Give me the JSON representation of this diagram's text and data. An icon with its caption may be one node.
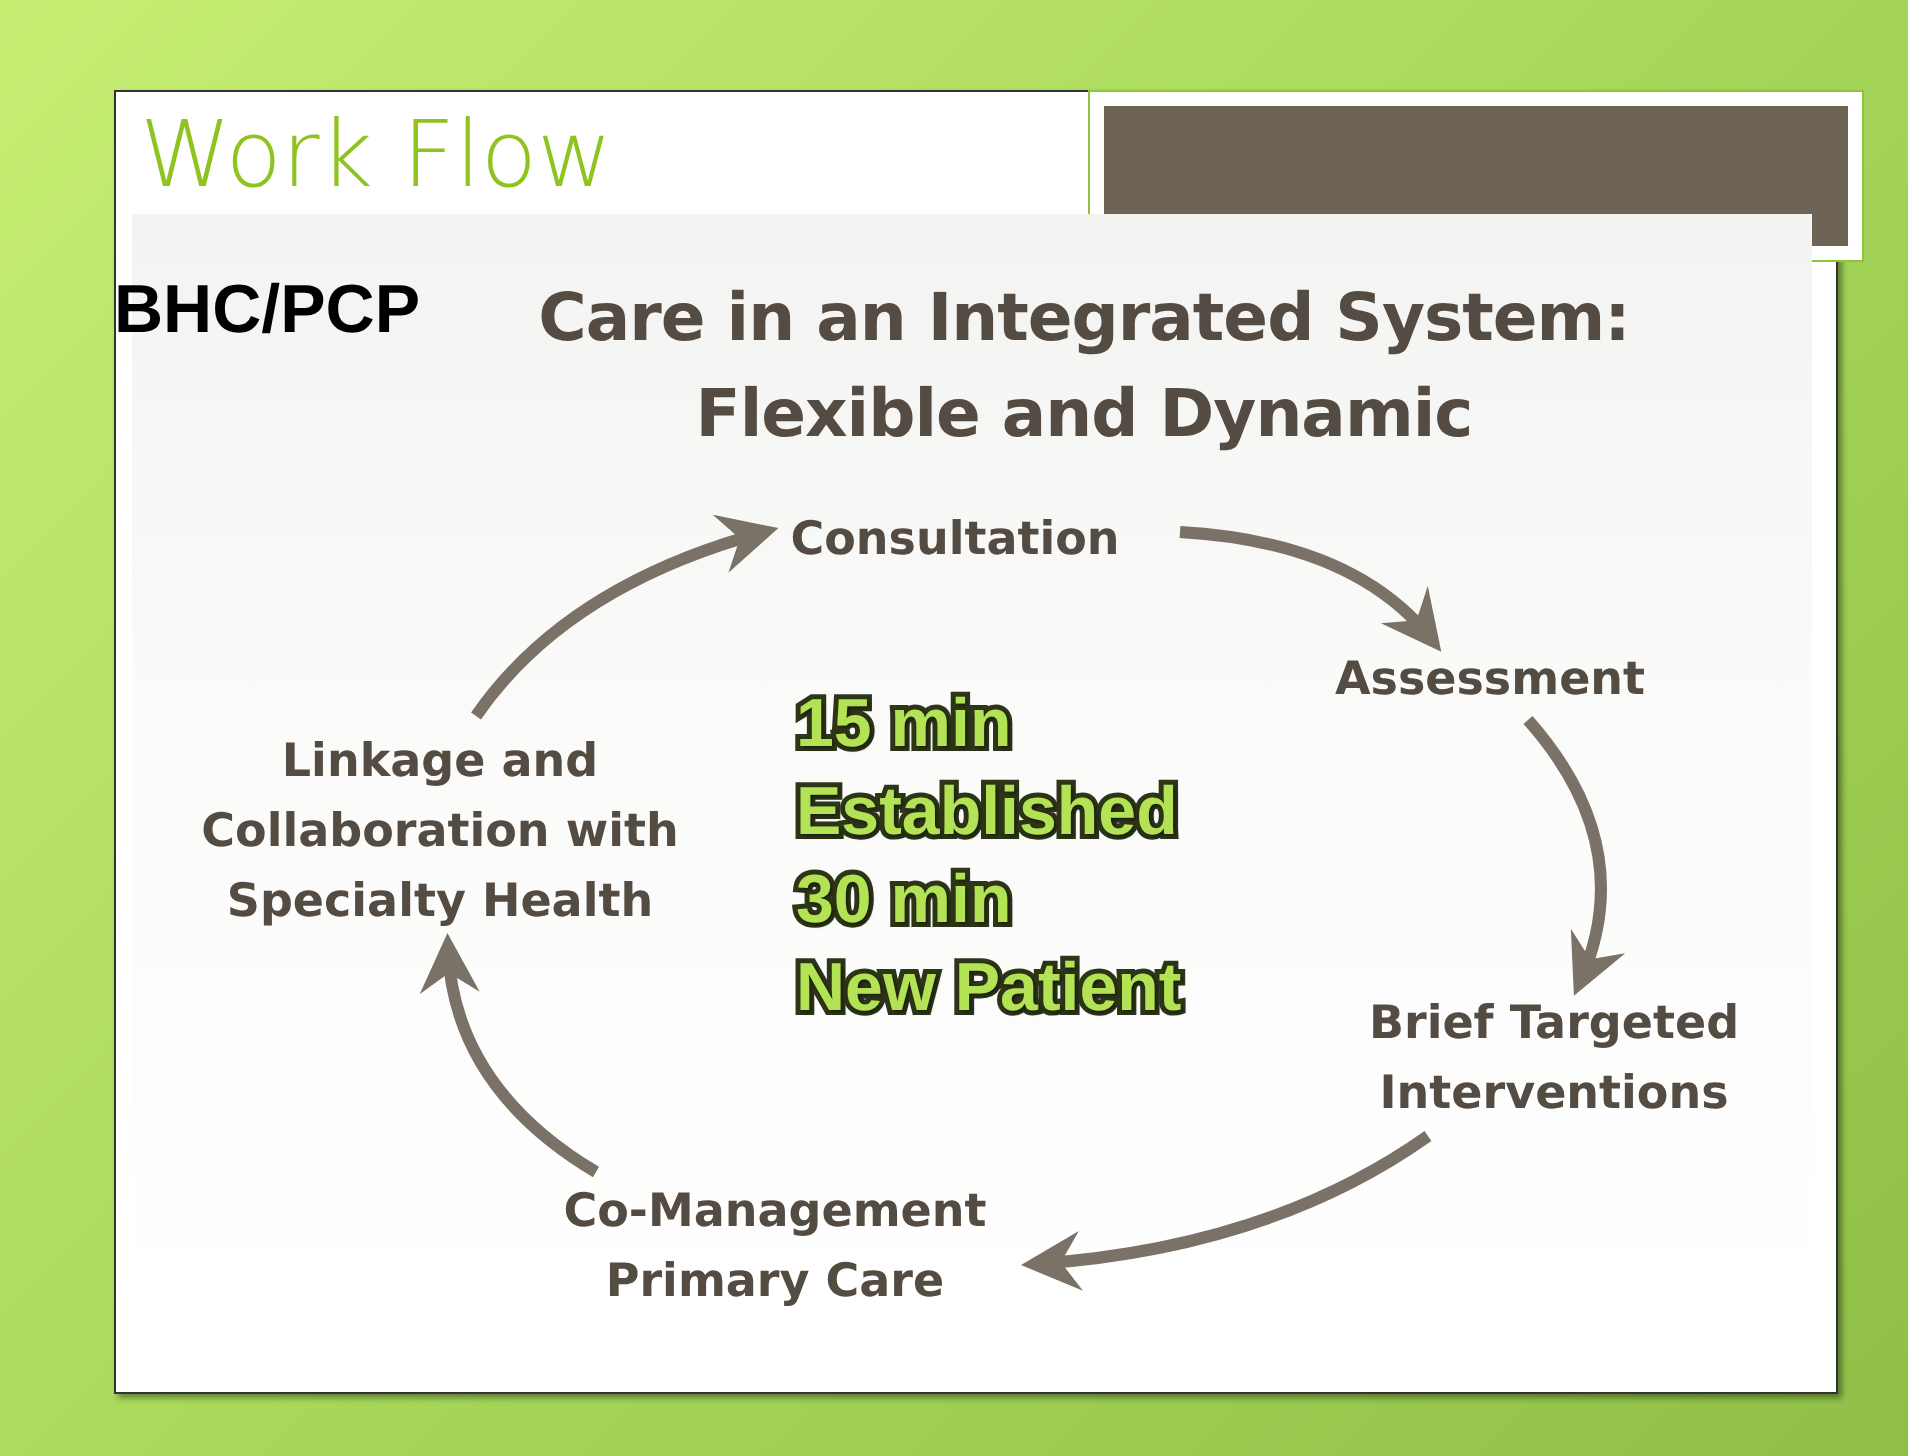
{
  "diagram": {
    "title": "Work Flow",
    "nodes": [
      {
        "text": [
          "Consultation"
        ]
      },
      {
        "text": [
          "Assessment"
        ]
      },
      {
        "text": [
          "Brief Targeted Interventions"
        ]
      },
      {
        "text": [
          "Co-Management Primary Care"
        ]
      },
      {
        "text": [
          "Linkage and Collaboration with Specialty Health"
        ]
      }
    ],
    "edges": [
      {
        "from": 0,
        "to": 1,
        "arrow": "to"
      },
      {
        "from": 1,
        "to": 2,
        "arrow": "to"
      },
      {
        "from": 2,
        "to": 3,
        "arrow": "to"
      },
      {
        "from": 3,
        "to": 4,
        "arrow": "to"
      },
      {
        "from": 4,
        "to": 0,
        "arrow": "to"
      }
    ],
    "labels": [
      "BHC/PCP",
      "Care in an Integrated System: Flexible and Dynamic",
      "15 min",
      "Established",
      "30 min",
      "New Patient"
    ]
  }
}
